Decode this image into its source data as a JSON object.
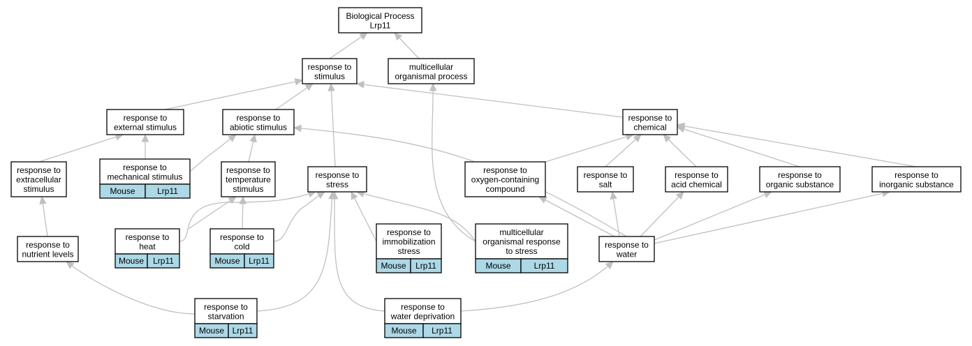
{
  "diagram": {
    "colors": {
      "edge": "#c0c0c0",
      "annotation_fill": "#add8e6",
      "node_fill": "#ffffff",
      "border": "#000000"
    },
    "nodes": [
      {
        "id": "root",
        "lines": [
          "Biological Process",
          "Lrp11"
        ]
      },
      {
        "id": "stimulus",
        "lines": [
          "response to",
          "stimulus"
        ]
      },
      {
        "id": "multicellular",
        "lines": [
          "multicellular",
          "organismal process"
        ]
      },
      {
        "id": "external",
        "lines": [
          "response to",
          "external stimulus"
        ]
      },
      {
        "id": "abiotic",
        "lines": [
          "response to",
          "abiotic stimulus"
        ]
      },
      {
        "id": "chemical",
        "lines": [
          "response to",
          "chemical"
        ]
      },
      {
        "id": "extracellular",
        "lines": [
          "response to",
          "extracellular",
          "stimulus"
        ]
      },
      {
        "id": "mechanical",
        "lines": [
          "response to",
          "mechanical stimulus"
        ],
        "annotation": [
          "Mouse",
          "Lrp11"
        ]
      },
      {
        "id": "temperature",
        "lines": [
          "response to",
          "temperature",
          "stimulus"
        ]
      },
      {
        "id": "stress",
        "lines": [
          "response to",
          "stress"
        ]
      },
      {
        "id": "oxygen",
        "lines": [
          "response to",
          "oxygen-containing",
          "compound"
        ]
      },
      {
        "id": "salt",
        "lines": [
          "response to",
          "salt"
        ]
      },
      {
        "id": "acid",
        "lines": [
          "response to",
          "acid chemical"
        ]
      },
      {
        "id": "organic",
        "lines": [
          "response to",
          "organic substance"
        ]
      },
      {
        "id": "inorganic",
        "lines": [
          "response to",
          "inorganic substance"
        ]
      },
      {
        "id": "nutrient",
        "lines": [
          "response to",
          "nutrient levels"
        ]
      },
      {
        "id": "heat",
        "lines": [
          "response to",
          "heat"
        ],
        "annotation": [
          "Mouse",
          "Lrp11"
        ]
      },
      {
        "id": "cold",
        "lines": [
          "response to",
          "cold"
        ],
        "annotation": [
          "Mouse",
          "Lrp11"
        ]
      },
      {
        "id": "immobilization",
        "lines": [
          "response to",
          "immobilization",
          "stress"
        ],
        "annotation": [
          "Mouse",
          "Lrp11"
        ]
      },
      {
        "id": "multistress",
        "lines": [
          "multicellular",
          "organismal response",
          "to stress"
        ],
        "annotation": [
          "Mouse",
          "Lrp11"
        ]
      },
      {
        "id": "water",
        "lines": [
          "response to",
          "water"
        ]
      },
      {
        "id": "starvation",
        "lines": [
          "response to",
          "starvation"
        ],
        "annotation": [
          "Mouse",
          "Lrp11"
        ]
      },
      {
        "id": "waterdep",
        "lines": [
          "response to",
          "water deprivation"
        ],
        "annotation": [
          "Mouse",
          "Lrp11"
        ]
      }
    ],
    "edges": [
      {
        "from": "stimulus",
        "to": "root"
      },
      {
        "from": "multicellular",
        "to": "root"
      },
      {
        "from": "external",
        "to": "stimulus"
      },
      {
        "from": "abiotic",
        "to": "stimulus"
      },
      {
        "from": "stress",
        "to": "stimulus"
      },
      {
        "from": "chemical",
        "to": "stimulus"
      },
      {
        "from": "extracellular",
        "to": "external"
      },
      {
        "from": "mechanical",
        "to": "external"
      },
      {
        "from": "mechanical",
        "to": "abiotic"
      },
      {
        "from": "temperature",
        "to": "abiotic"
      },
      {
        "from": "water",
        "to": "abiotic"
      },
      {
        "from": "oxygen",
        "to": "chemical"
      },
      {
        "from": "salt",
        "to": "chemical"
      },
      {
        "from": "acid",
        "to": "chemical"
      },
      {
        "from": "organic",
        "to": "chemical"
      },
      {
        "from": "inorganic",
        "to": "chemical"
      },
      {
        "from": "nutrient",
        "to": "extracellular"
      },
      {
        "from": "heat",
        "to": "temperature"
      },
      {
        "from": "cold",
        "to": "temperature"
      },
      {
        "from": "heat",
        "to": "stress"
      },
      {
        "from": "cold",
        "to": "stress"
      },
      {
        "from": "immobilization",
        "to": "stress"
      },
      {
        "from": "multistress",
        "to": "stress"
      },
      {
        "from": "multistress",
        "to": "multicellular"
      },
      {
        "from": "starvation",
        "to": "stress"
      },
      {
        "from": "starvation",
        "to": "nutrient"
      },
      {
        "from": "waterdep",
        "to": "stress"
      },
      {
        "from": "waterdep",
        "to": "water"
      },
      {
        "from": "water",
        "to": "oxygen"
      },
      {
        "from": "water",
        "to": "salt"
      },
      {
        "from": "water",
        "to": "acid"
      },
      {
        "from": "water",
        "to": "organic"
      },
      {
        "from": "water",
        "to": "inorganic"
      }
    ]
  }
}
